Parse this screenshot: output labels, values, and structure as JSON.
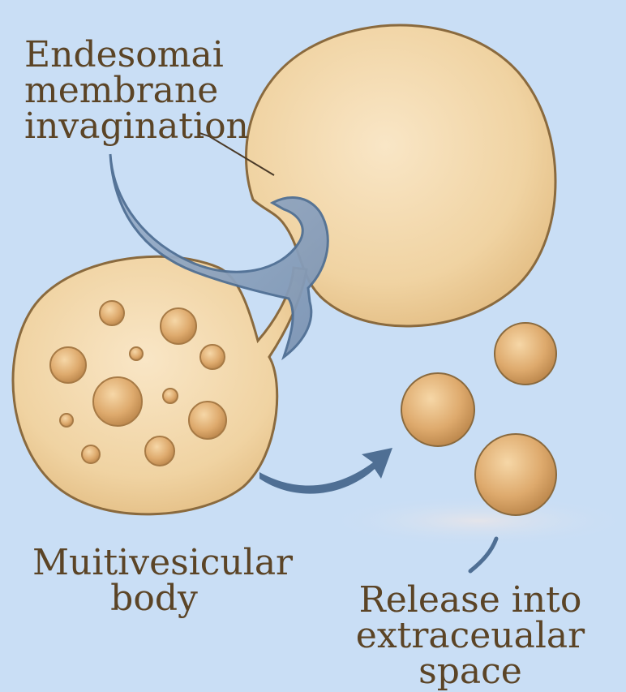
{
  "labels": {
    "endosomal": [
      "Endesomai",
      "membrane",
      "invagination"
    ],
    "mvb": [
      "Muitivesicular",
      "body"
    ],
    "release": [
      "Release into",
      "extraceualar",
      "space"
    ]
  },
  "colors": {
    "background": "#c9def5",
    "cell_fill": "#f0d3a2",
    "cell_outline": "#8a6a3e",
    "vesicle_fill": "#deaa6d",
    "arrow_blue": "#4f6f94",
    "text": "#5b4426"
  }
}
